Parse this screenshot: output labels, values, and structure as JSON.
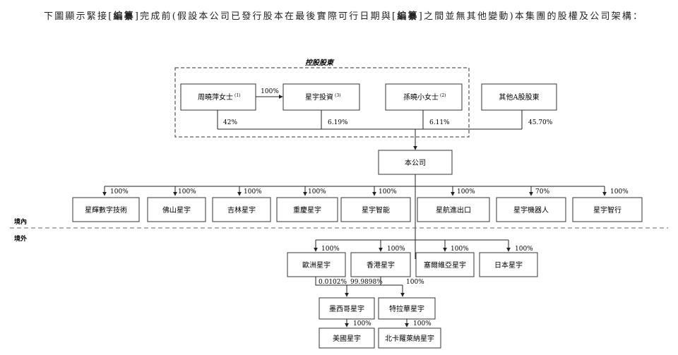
{
  "intro": {
    "part1": "下圖顯示緊接[",
    "redacted1": "編纂",
    "part2": "]完成前(假設本公司已發行股本在最後實際可行日期與[",
    "redacted2": "編纂",
    "part3": "]之間並無其他變動)本集團的股權及公司架構："
  },
  "group_label": "控股股東",
  "region_labels": {
    "onshore": "境內",
    "offshore": "境外"
  },
  "shareholders": [
    {
      "name": "周曉萍女士",
      "note": "(1)",
      "pct": "42%"
    },
    {
      "name": "星宇投資",
      "note": "(3)",
      "pct": "6.19%"
    },
    {
      "name": "孫曉小女士",
      "note": "(2)",
      "pct": "6.11%"
    },
    {
      "name": "其他A股股東",
      "note": "",
      "pct": "45.70%"
    }
  ],
  "link_pct": "100%",
  "company": "本公司",
  "onshore_subs": [
    {
      "name": "星輝數字技術",
      "pct": "100%"
    },
    {
      "name": "佛山星宇",
      "pct": "100%"
    },
    {
      "name": "吉林星宇",
      "pct": "100%"
    },
    {
      "name": "重慶星宇",
      "pct": "100%"
    },
    {
      "name": "星宇智能",
      "pct": "100%"
    },
    {
      "name": "星航進出口",
      "pct": "100%"
    },
    {
      "name": "星宇機器人",
      "pct": "70%"
    },
    {
      "name": "星宇智行",
      "pct": "100%"
    }
  ],
  "offshore_subs": [
    {
      "name": "歐洲星宇",
      "pct": "100%"
    },
    {
      "name": "香港星宇",
      "pct": "100%"
    },
    {
      "name": "塞爾維亞星宇",
      "pct": "100%"
    },
    {
      "name": "日本星宇",
      "pct": "100%"
    }
  ],
  "mexico": {
    "name": "墨西哥星宇",
    "pct_from_europe": "0.0102%",
    "pct_from_hk": "99.9898%"
  },
  "czech": {
    "name": "特拉華星宇",
    "pct": "100%"
  },
  "usa": {
    "name": "美國星宇",
    "pct": "100%"
  },
  "nc": {
    "name": "北卡羅萊納星宇",
    "pct": "100%"
  }
}
